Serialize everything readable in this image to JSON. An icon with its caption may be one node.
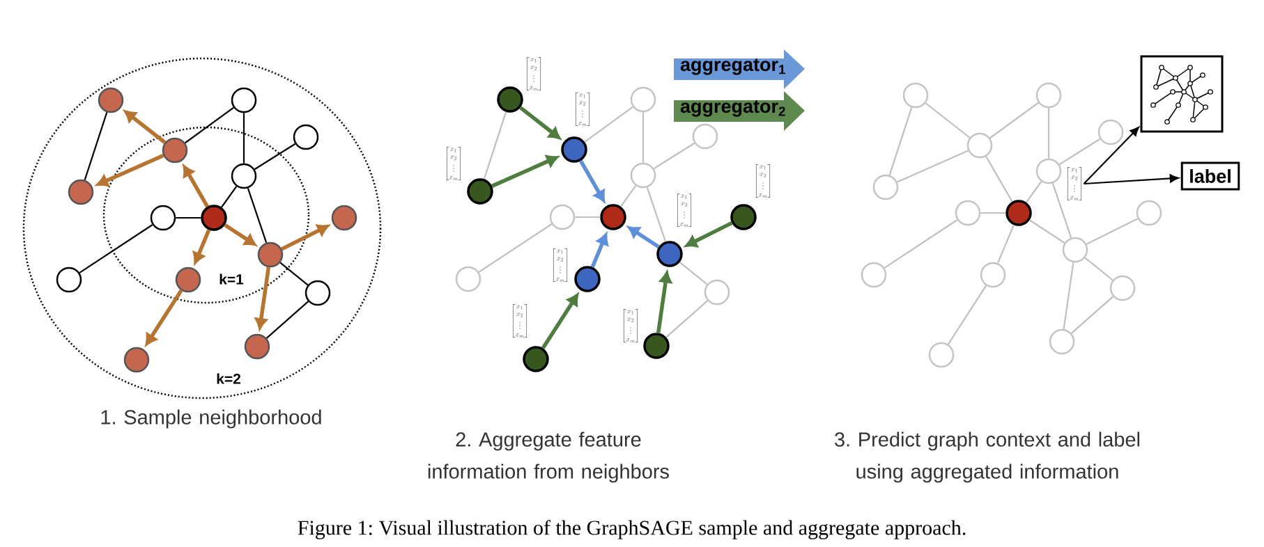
{
  "diagram": {
    "caption": "Figure 1: Visual illustration of the GraphSAGE sample and aggregate approach.",
    "nodes": [
      {
        "text": [],
        "shape": "circle"
      },
      {
        "text": [],
        "shape": "circle"
      },
      {
        "text": [],
        "shape": "circle"
      },
      {
        "text": [],
        "shape": "circle"
      },
      {
        "text": [],
        "shape": "circle"
      },
      {
        "text": [],
        "shape": "circle"
      },
      {
        "text": [],
        "shape": "circle"
      },
      {
        "text": [],
        "shape": "circle"
      },
      {
        "text": [],
        "shape": "circle"
      },
      {
        "text": [],
        "shape": "circle"
      },
      {
        "text": [],
        "shape": "circle"
      },
      {
        "text": [],
        "shape": "circle"
      },
      {
        "text": [],
        "shape": "circle"
      },
      {
        "text": [],
        "shape": "circle"
      },
      {
        "text": [],
        "shape": "circle"
      },
      {
        "text": [],
        "shape": "circle"
      },
      {
        "text": [],
        "shape": "circle"
      },
      {
        "text": [],
        "shape": "circle"
      },
      {
        "text": [],
        "shape": "circle"
      },
      {
        "text": [],
        "shape": "circle"
      },
      {
        "text": [],
        "shape": "circle"
      },
      {
        "text": [],
        "shape": "circle"
      },
      {
        "text": [],
        "shape": "circle"
      },
      {
        "text": [],
        "shape": "circle"
      },
      {
        "text": [],
        "shape": "circle"
      },
      {
        "text": [],
        "shape": "circle"
      },
      {
        "text": [],
        "shape": "circle"
      },
      {
        "text": [],
        "shape": "circle"
      },
      {
        "text": [],
        "shape": "circle"
      },
      {
        "text": [],
        "shape": "circle"
      },
      {
        "text": [],
        "shape": "circle"
      },
      {
        "text": [],
        "shape": "circle"
      },
      {
        "text": [],
        "shape": "circle"
      },
      {
        "text": [],
        "shape": "circle"
      },
      {
        "text": [],
        "shape": "circle"
      },
      {
        "text": [],
        "shape": "circle"
      },
      {
        "text": [],
        "shape": "circle"
      },
      {
        "text": [],
        "shape": "circle"
      },
      {
        "text": [],
        "shape": "circle"
      },
      {
        "text": [],
        "shape": "circle"
      },
      {
        "text": [],
        "shape": "circle"
      },
      {
        "text": [],
        "shape": "circle"
      },
      {
        "text": [],
        "shape": "circle"
      },
      {
        "text": [],
        "shape": "circle"
      },
      {
        "text": [],
        "shape": "circle"
      },
      {
        "text": [
          "\\begin{bmatrix}x_1\\\\x_2\\\\\\vdots\\\\x_m\\end{bmatrix}"
        ]
      },
      {
        "text": [],
        "shape": "box"
      },
      {
        "text": [
          "label"
        ]
      }
    ],
    "edges": [
      {
        "from": 0,
        "to": 5,
        "arrow": "none",
        "color": "#000000"
      },
      {
        "from": 2,
        "to": 0,
        "arrow": "to",
        "style": "thick",
        "color": "#b5742f"
      },
      {
        "from": 1,
        "to": 2,
        "arrow": "none",
        "color": "#000000"
      },
      {
        "from": 2,
        "to": 5,
        "arrow": "to",
        "style": "thick",
        "color": "#b5742f"
      },
      {
        "from": 7,
        "to": 2,
        "arrow": "to",
        "style": "thick",
        "color": "#b5742f"
      },
      {
        "from": 1,
        "to": 4,
        "arrow": "none",
        "color": "#000000"
      },
      {
        "from": 3,
        "to": 4,
        "arrow": "none",
        "color": "#000000"
      },
      {
        "from": 4,
        "to": 7,
        "arrow": "none",
        "color": "#000000"
      },
      {
        "from": 4,
        "to": 9,
        "arrow": "none",
        "color": "#000000"
      },
      {
        "from": 6,
        "to": 7,
        "arrow": "none",
        "color": "#000000"
      },
      {
        "from": 6,
        "to": 10,
        "arrow": "none",
        "color": "#000000"
      },
      {
        "from": 7,
        "to": 9,
        "arrow": "to",
        "style": "thick",
        "color": "#b5742f"
      },
      {
        "from": 7,
        "to": 11,
        "arrow": "to",
        "style": "thick",
        "color": "#b5742f"
      },
      {
        "from": 9,
        "to": 8,
        "arrow": "to",
        "style": "thick",
        "color": "#b5742f"
      },
      {
        "from": 9,
        "to": 13,
        "arrow": "to",
        "style": "thick",
        "color": "#b5742f"
      },
      {
        "from": 9,
        "to": 12,
        "arrow": "none",
        "color": "#000000"
      },
      {
        "from": 12,
        "to": 13,
        "arrow": "none",
        "color": "#000000"
      },
      {
        "from": 11,
        "to": 14,
        "arrow": "to",
        "style": "thick",
        "color": "#b5742f"
      },
      {
        "from": 15,
        "to": 20,
        "arrow": "none"
      },
      {
        "from": 15,
        "to": 17,
        "arrow": "to",
        "style": "thick",
        "color": "#4f7d3f"
      },
      {
        "from": 16,
        "to": 17,
        "arrow": "none"
      },
      {
        "from": 20,
        "to": 17,
        "arrow": "to",
        "style": "thick",
        "color": "#4f7d3f"
      },
      {
        "from": 17,
        "to": 22,
        "arrow": "to",
        "style": "thick",
        "color": "#5f8fd8"
      },
      {
        "from": 16,
        "to": 19,
        "arrow": "none"
      },
      {
        "from": 18,
        "to": 19,
        "arrow": "none"
      },
      {
        "from": 19,
        "to": 22,
        "arrow": "none"
      },
      {
        "from": 19,
        "to": 24,
        "arrow": "none"
      },
      {
        "from": 21,
        "to": 22,
        "arrow": "none"
      },
      {
        "from": 21,
        "to": 25,
        "arrow": "none"
      },
      {
        "from": 24,
        "to": 22,
        "arrow": "to",
        "style": "thick",
        "color": "#5f8fd8"
      },
      {
        "from": 26,
        "to": 22,
        "arrow": "to",
        "style": "thick",
        "color": "#5f8fd8"
      },
      {
        "from": 23,
        "to": 24,
        "arrow": "to",
        "style": "thick",
        "color": "#4f7d3f"
      },
      {
        "from": 28,
        "to": 24,
        "arrow": "to",
        "style": "thick",
        "color": "#4f7d3f"
      },
      {
        "from": 24,
        "to": 27,
        "arrow": "none"
      },
      {
        "from": 27,
        "to": 28,
        "arrow": "none"
      },
      {
        "from": 29,
        "to": 26,
        "arrow": "to",
        "style": "thick",
        "color": "#4f7d3f"
      },
      {
        "from": 30,
        "to": 35,
        "arrow": "none"
      },
      {
        "from": 32,
        "to": 30,
        "arrow": "none"
      },
      {
        "from": 31,
        "to": 32,
        "arrow": "none"
      },
      {
        "from": 32,
        "to": 35,
        "arrow": "none"
      },
      {
        "from": 37,
        "to": 32,
        "arrow": "none"
      },
      {
        "from": 31,
        "to": 34,
        "arrow": "none"
      },
      {
        "from": 33,
        "to": 34,
        "arrow": "none"
      },
      {
        "from": 34,
        "to": 37,
        "arrow": "none"
      },
      {
        "from": 34,
        "to": 39,
        "arrow": "none"
      },
      {
        "from": 36,
        "to": 37,
        "arrow": "none"
      },
      {
        "from": 36,
        "to": 40,
        "arrow": "none"
      },
      {
        "from": 37,
        "to": 39,
        "arrow": "none"
      },
      {
        "from": 37,
        "to": 41,
        "arrow": "none"
      },
      {
        "from": 39,
        "to": 38,
        "arrow": "none"
      },
      {
        "from": 39,
        "to": 43,
        "arrow": "none"
      },
      {
        "from": 39,
        "to": 42,
        "arrow": "none"
      },
      {
        "from": 42,
        "to": 43,
        "arrow": "none"
      },
      {
        "from": 41,
        "to": 44,
        "arrow": "none"
      },
      {
        "from": 45,
        "to": 46,
        "arrow": "to",
        "color": "#000000"
      },
      {
        "from": 45,
        "to": 47,
        "arrow": "to",
        "color": "#000000"
      }
    ],
    "labels": [
      "k=1",
      "k=2",
      "\\begin{bmatrix}x_1\\\\x_2\\\\\\vdots\\\\x_m\\end{bmatrix}",
      "\\begin{bmatrix}x_1\\\\x_2\\\\\\vdots\\\\x_m\\end{bmatrix}",
      "\\begin{bmatrix}x_1\\\\x_2\\\\\\vdots\\\\x_m\\end{bmatrix}",
      "\\begin{bmatrix}x_1\\\\x_2\\\\\\vdots\\\\x_m\\end{bmatrix}",
      "\\begin{bmatrix}x_1\\\\x_2\\\\\\vdots\\\\x_m\\end{bmatrix}",
      "\\begin{bmatrix}x_1\\\\x_2\\\\\\vdots\\\\x_m\\end{bmatrix}",
      "\\begin{bmatrix}x_1\\\\x_2\\\\\\vdots\\\\x_m\\end{bmatrix}",
      "\\begin{bmatrix}x_1\\\\x_2\\\\\\vdots\\\\x_m\\end{bmatrix}",
      "1. Sample neighborhood",
      "2. Aggregate feature information from neighbors",
      "3. Predict graph context and label using aggregated information"
    ],
    "legend": [
      {
        "text": "aggregator$_{1}$",
        "color": "#6b98d8"
      },
      {
        "text": "aggregator$_{2}$",
        "color": "#5e8a50"
      }
    ]
  }
}
